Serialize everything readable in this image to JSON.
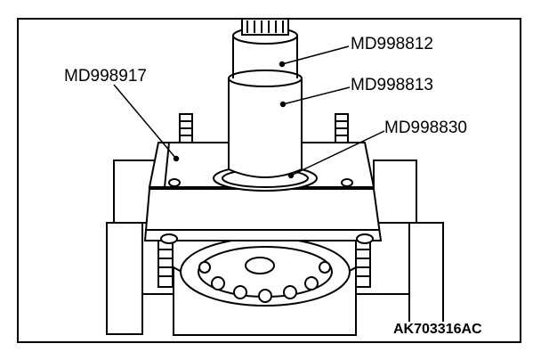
{
  "labels": {
    "md998812": "MD998812",
    "md998813": "MD998813",
    "md998830": "MD998830",
    "md998917": "MD998917"
  },
  "figure_code": "AK703316AC"
}
